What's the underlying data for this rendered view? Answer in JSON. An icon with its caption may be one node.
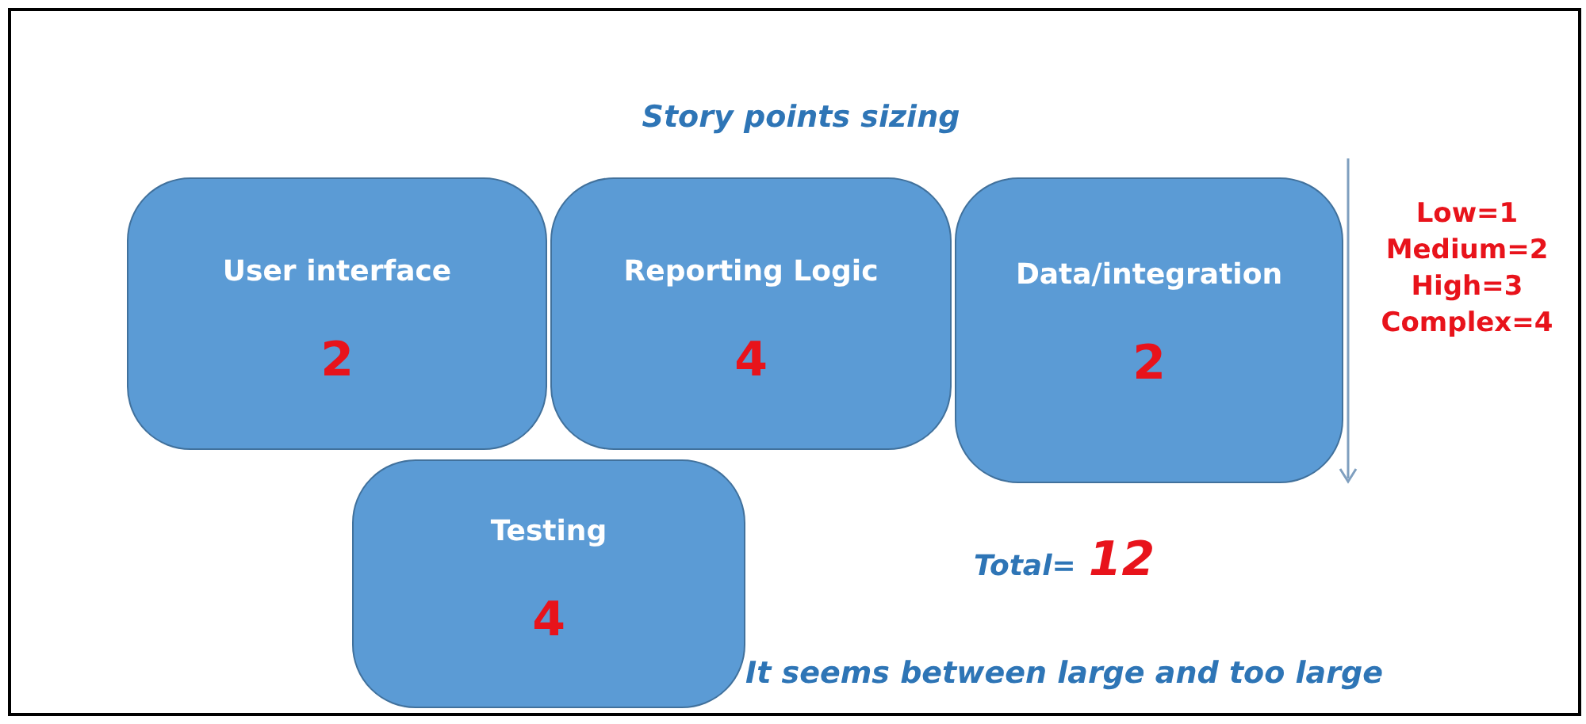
{
  "diagram": {
    "title": "Story points sizing",
    "nodes": [
      {
        "text": [
          "User interface",
          "2"
        ]
      },
      {
        "text": [
          "Reporting Logic",
          "4"
        ]
      },
      {
        "text": [
          "Data/integration",
          "2"
        ]
      },
      {
        "text": [
          "Testing",
          "4"
        ]
      }
    ],
    "edges": [],
    "labels": [
      "Low=1",
      "Medium=2",
      "High=3",
      "Complex=4",
      "Total=",
      "12",
      "It seems between large and too large"
    ]
  }
}
